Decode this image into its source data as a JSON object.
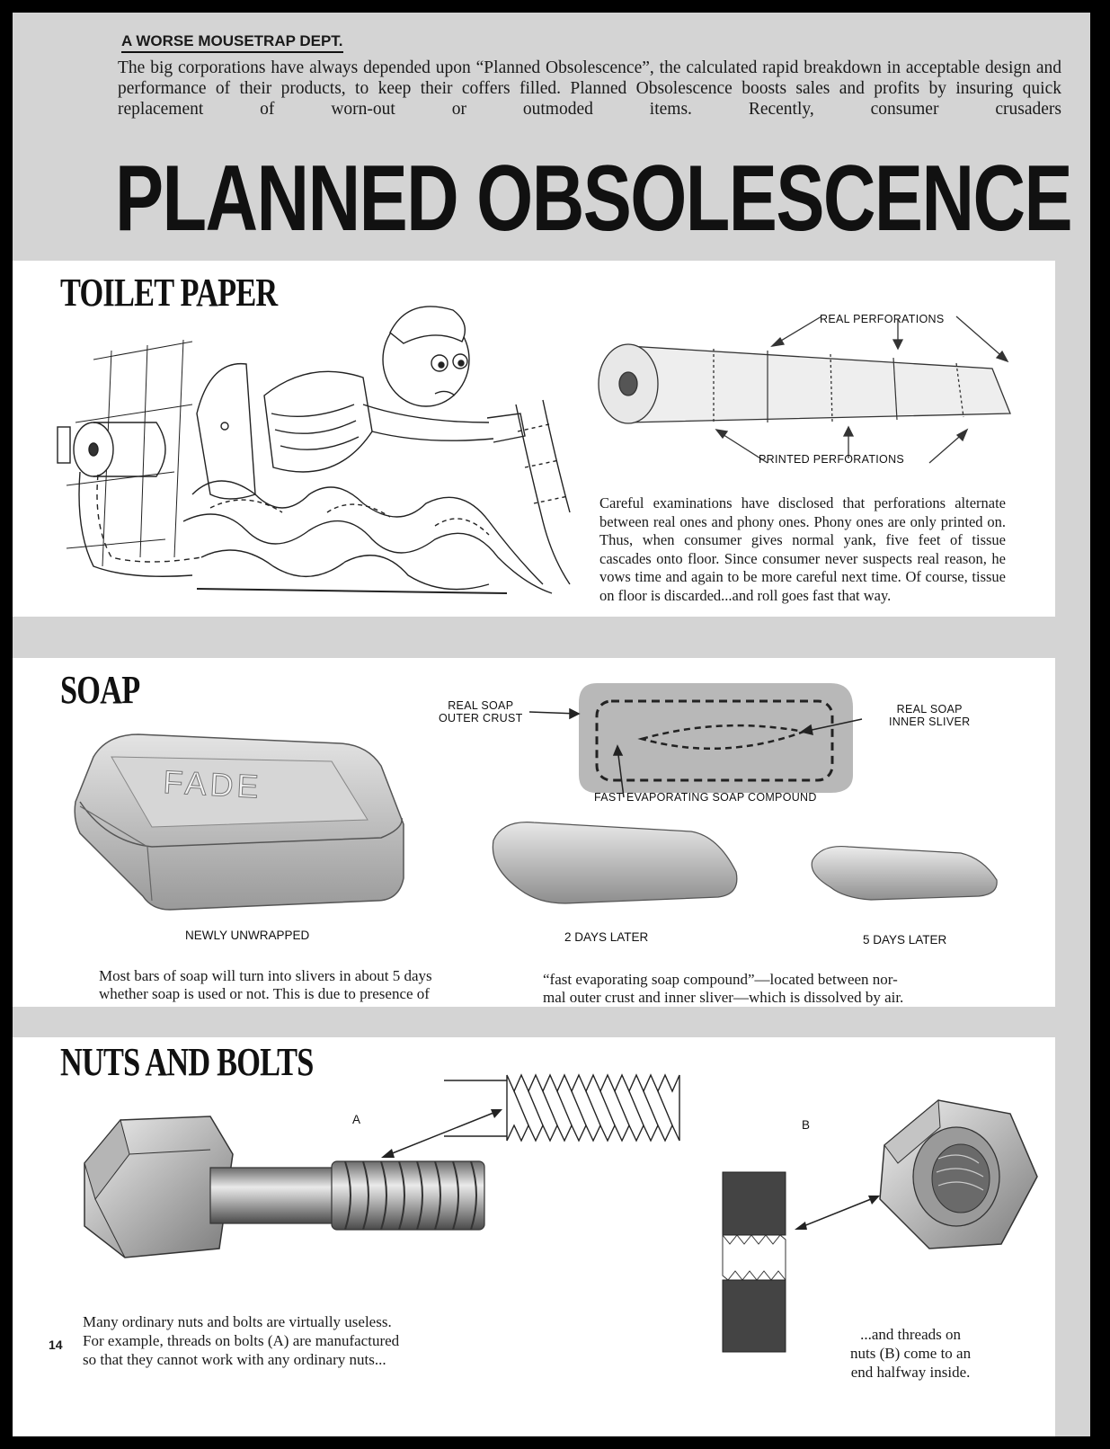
{
  "header": {
    "department": "A WORSE MOUSETRAP DEPT.",
    "intro": "The big corporations have always depended upon “Planned Obsolescence”, the calculated rapid breakdown in acceptable design and performance of their products, to keep their coffers filled. Planned Obsolescence boosts sales and profits by insuring quick replacement of worn-out or outmoded items. Recently, consumer crusaders",
    "headline": "PLANNED OBSOLESCENCE"
  },
  "toilet_paper": {
    "title": "TOILET PAPER",
    "label_real": "REAL PERFORATIONS",
    "label_printed": "PRINTED PERFORATIONS",
    "text": "Careful examinations have disclosed that perforations alternate between real ones and phony ones. Phony ones are only printed on. Thus, when consumer gives normal yank, five feet of tissue cascades onto floor. Since consumer never suspects real reason, he vows time and again to be more careful next time. Of course, tissue on floor is discarded...and roll goes fast that way."
  },
  "soap": {
    "title": "SOAP",
    "bar_brand": "FADE",
    "label_outer_line1": "REAL SOAP",
    "label_outer_line2": "OUTER CRUST",
    "label_inner_line1": "REAL SOAP",
    "label_inner_line2": "INNER SLIVER",
    "label_compound": "FAST EVAPORATING SOAP COMPOUND",
    "caption_new": "NEWLY UNWRAPPED",
    "caption_2days": "2 DAYS LATER",
    "caption_5days": "5 DAYS LATER",
    "text_left_line1": "Most bars of soap will turn into slivers in about 5 days",
    "text_left_line2": "whether soap is used or not. This is due to presence of",
    "text_right_line1": "“fast evaporating soap compound”—located between nor-",
    "text_right_line2": "mal outer crust and inner sliver—which is dissolved by air."
  },
  "nuts_bolts": {
    "title": "NUTS AND BOLTS",
    "label_a": "A",
    "label_b": "B",
    "text_left_line1": "Many ordinary nuts and bolts are virtually useless.",
    "text_left_line2": "For example, threads on bolts (A) are manufactured",
    "text_left_line3": "so that they cannot work with any ordinary nuts...",
    "text_right_line1": "...and threads on",
    "text_right_line2": "nuts (B) come to an",
    "text_right_line3": "end halfway inside."
  },
  "page_number": "14"
}
